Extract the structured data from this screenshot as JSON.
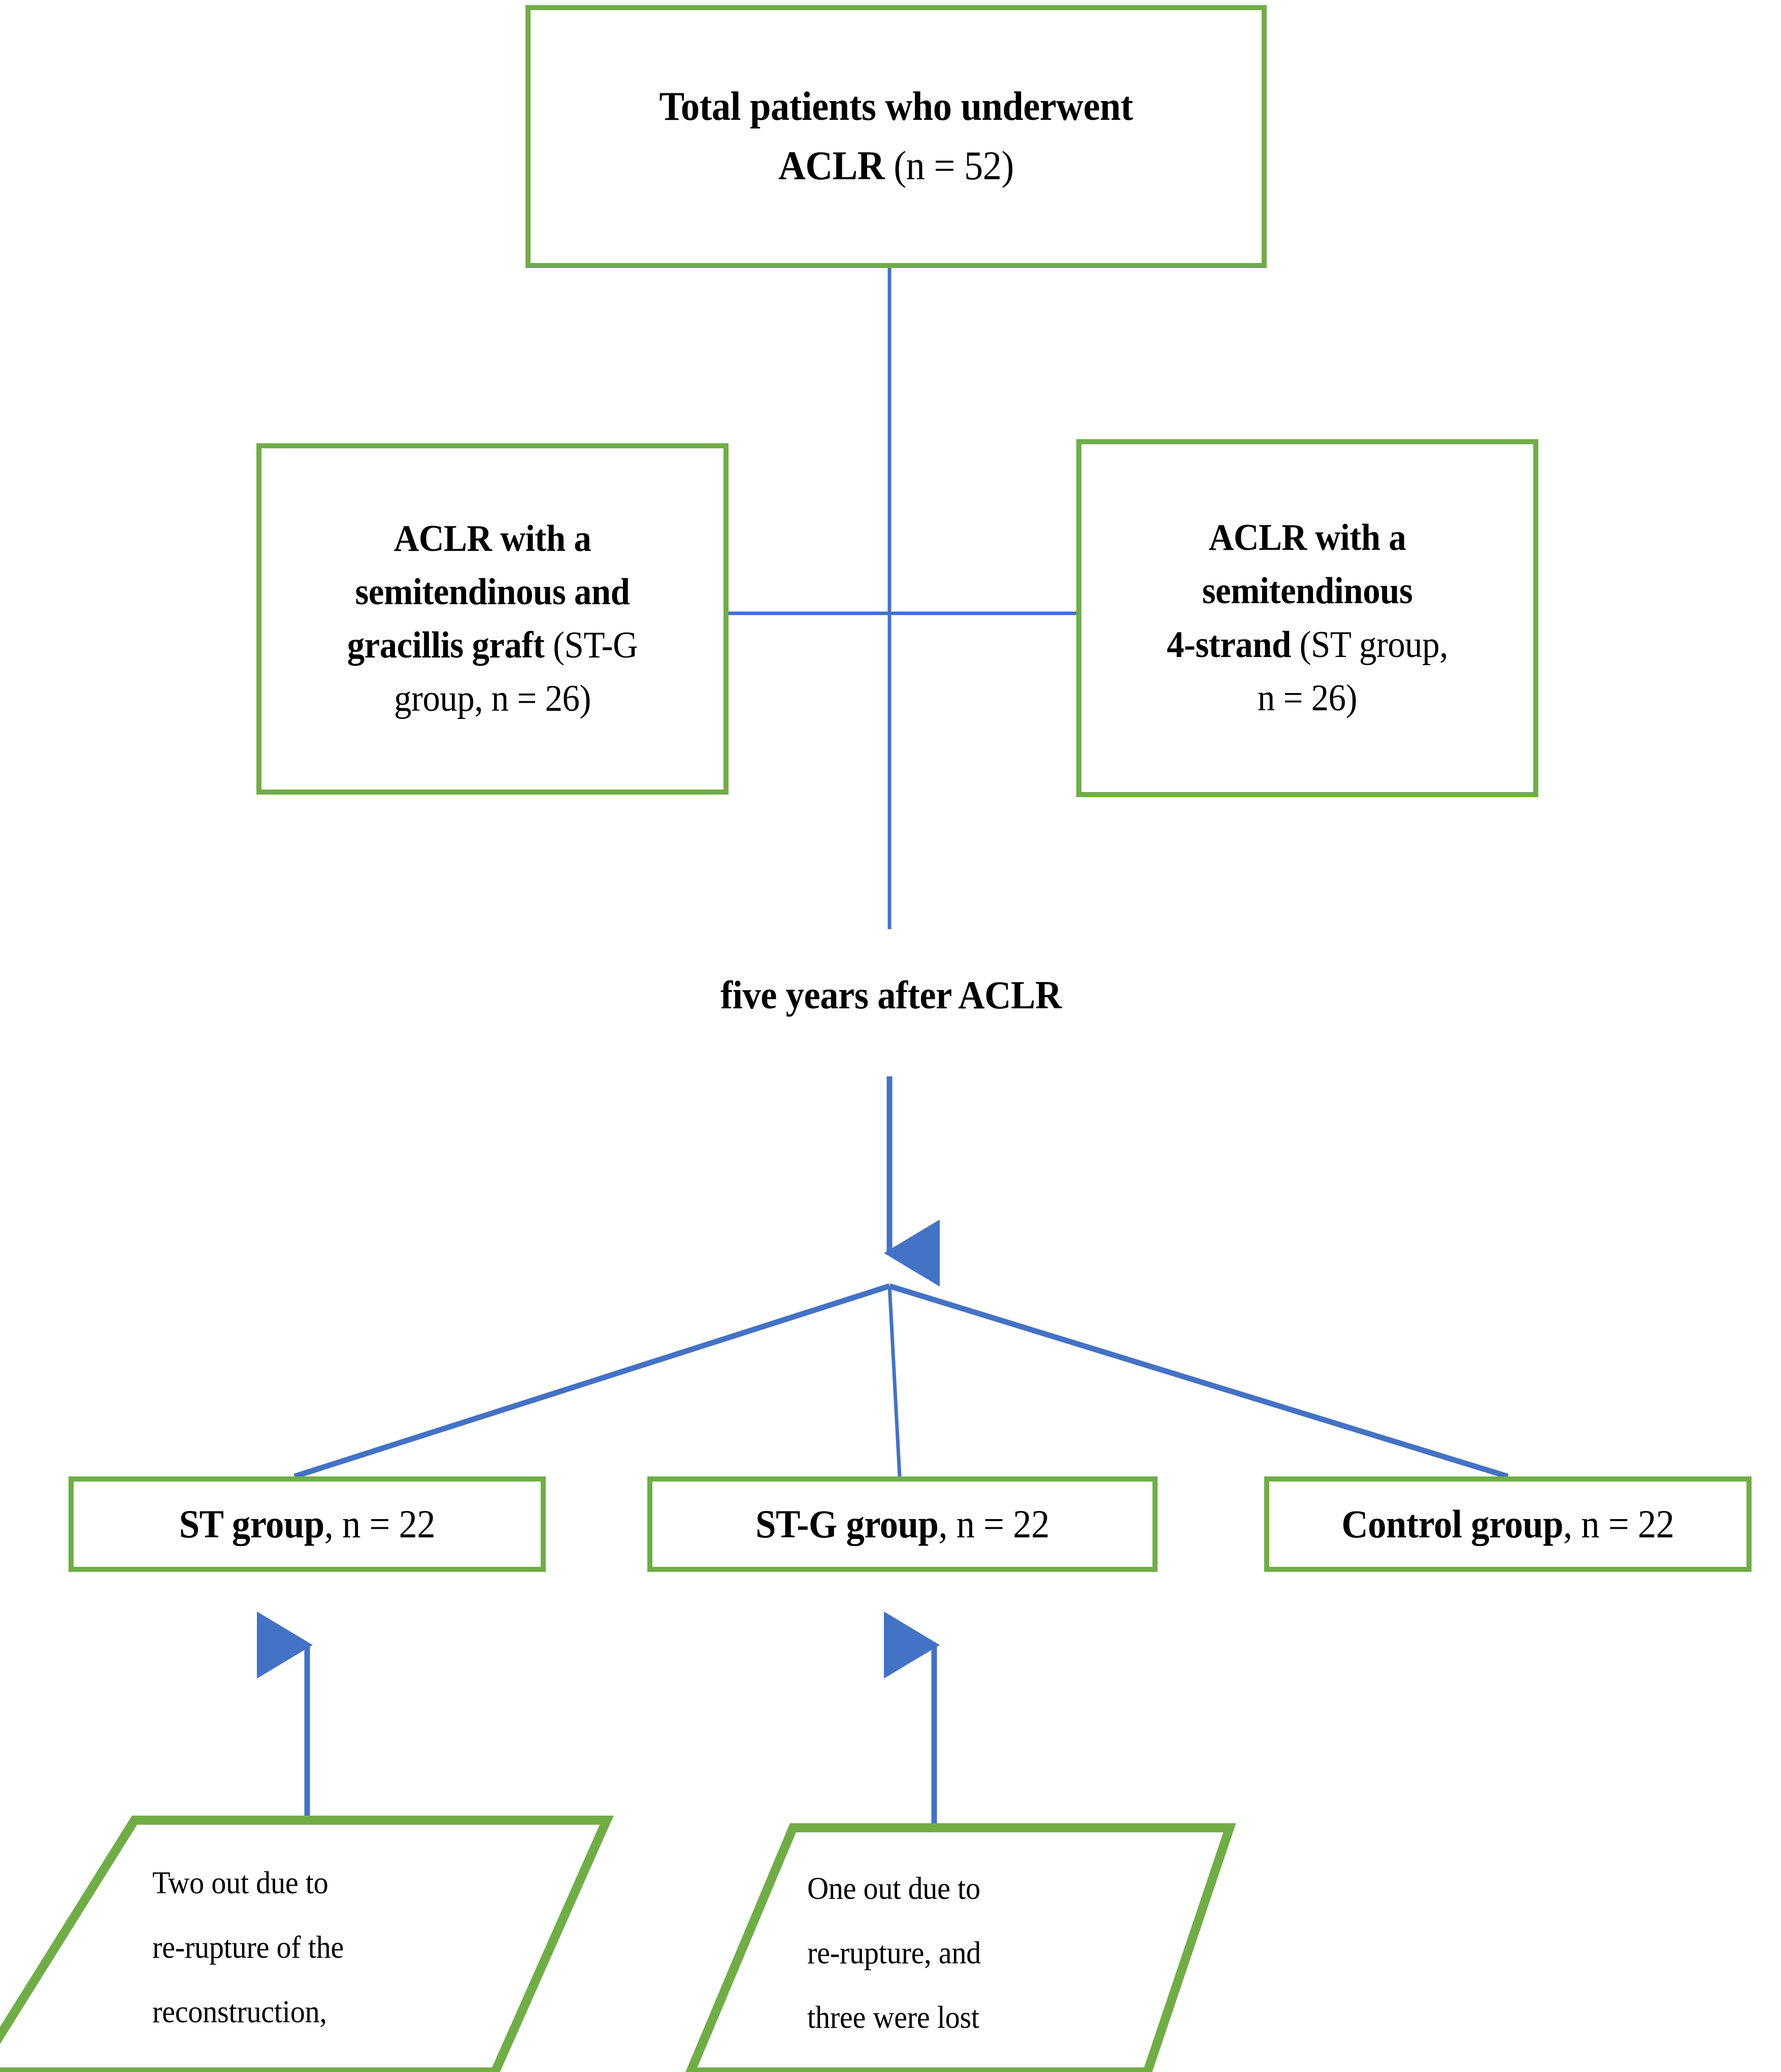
{
  "colors": {
    "box_border": "#70AD47",
    "connector": "#4472C4",
    "text": "#000000",
    "background": "#ffffff"
  },
  "nodes": {
    "total": {
      "bold_text": "Total patients who underwent ACLR",
      "plain_text": "(n = 52)",
      "line1_bold": "Total patients who underwent",
      "line2_bold": "ACLR",
      "line2_plain": "(n = 52)"
    },
    "stg_arm": {
      "line1_bold": "ACLR with a",
      "line2_bold": "semitendinous and",
      "line3_bold": "gracillis graft",
      "line3_plain": "(ST-G",
      "line4_plain": "group, n = 26)"
    },
    "st_arm": {
      "line1_bold": "ACLR with a",
      "line2_bold": "semitendinous",
      "line3_bold": "4-strand",
      "line3_plain": "(ST group,",
      "line4_plain": "n = 26)"
    },
    "caption": "five years after ACLR",
    "st_result": {
      "bold": "ST group",
      "plain": ", n = 22"
    },
    "stg_result": {
      "bold": "ST-G group",
      "plain": ", n = 22"
    },
    "control_result": {
      "bold": "Control group",
      "plain": ", n = 22"
    },
    "st_dropout": {
      "line1": "Two out due to",
      "line2": "re-rupture of the",
      "line3": "reconstruction,"
    },
    "stg_dropout": {
      "line1": "One out due to",
      "line2": "re-rupture, and",
      "line3": "three were lost"
    }
  }
}
